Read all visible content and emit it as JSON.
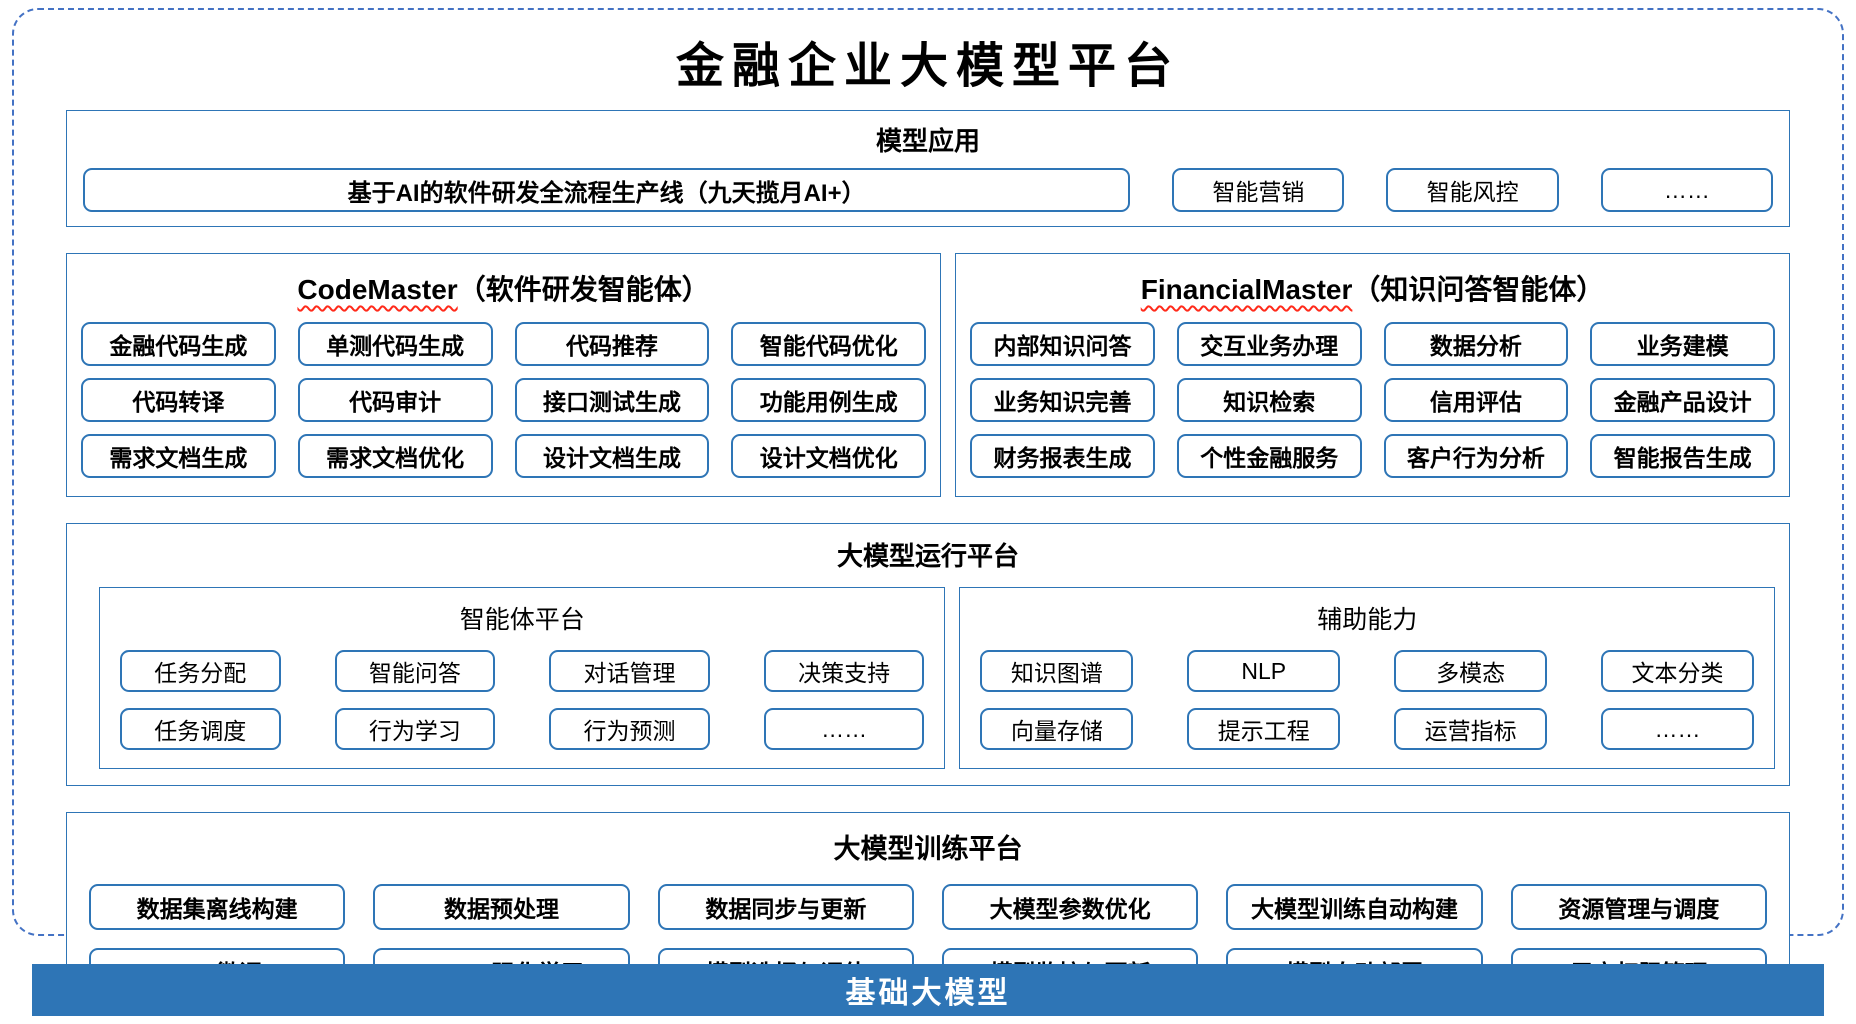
{
  "title": "金融企业大模型平台",
  "colors": {
    "box_border": "#2E75B6",
    "dashed_border": "#4472C4",
    "foundation_bg": "#2E75B6",
    "foundation_text": "#FFFFFF",
    "squiggle": "#FF2A1A"
  },
  "model_application": {
    "title": "模型应用",
    "pipeline": "基于AI的软件研发全流程生产线（九天揽月AI+）",
    "items": [
      "智能营销",
      "智能风控",
      "……"
    ]
  },
  "code_master": {
    "title_en": "CodeMaster",
    "title_zh": "（软件研发智能体）",
    "items": [
      "金融代码生成",
      "单测代码生成",
      "代码推荐",
      "智能代码优化",
      "代码转译",
      "代码审计",
      "接口测试生成",
      "功能用例生成",
      "需求文档生成",
      "需求文档优化",
      "设计文档生成",
      "设计文档优化"
    ]
  },
  "financial_master": {
    "title_en": "FinancialMaster",
    "title_zh": "（知识问答智能体）",
    "items": [
      "内部知识问答",
      "交互业务办理",
      "数据分析",
      "业务建模",
      "业务知识完善",
      "知识检索",
      "信用评估",
      "金融产品设计",
      "财务报表生成",
      "个性金融服务",
      "客户行为分析",
      "智能报告生成"
    ]
  },
  "runtime_platform": {
    "title": "大模型运行平台",
    "agent_platform": {
      "title": "智能体平台",
      "items": [
        "任务分配",
        "智能问答",
        "对话管理",
        "决策支持",
        "任务调度",
        "行为学习",
        "行为预测",
        "……"
      ]
    },
    "auxiliary": {
      "title": "辅助能力",
      "items": [
        "知识图谱",
        "NLP",
        "多模态",
        "文本分类",
        "向量存储",
        "提示工程",
        "运营指标",
        "……"
      ]
    }
  },
  "training_platform": {
    "title": "大模型训练平台",
    "items": [
      "数据集离线构建",
      "数据预处理",
      "数据同步与更新",
      "大模型参数优化",
      "大模型训练自动构建",
      "资源管理与调度",
      "SFT微调",
      "RM/RL强化学习",
      "模型选择与评估",
      "模型监控与更新",
      "模型自动部署",
      "用户权限管理"
    ]
  },
  "foundation_bar": {
    "label": "基础大模型"
  }
}
